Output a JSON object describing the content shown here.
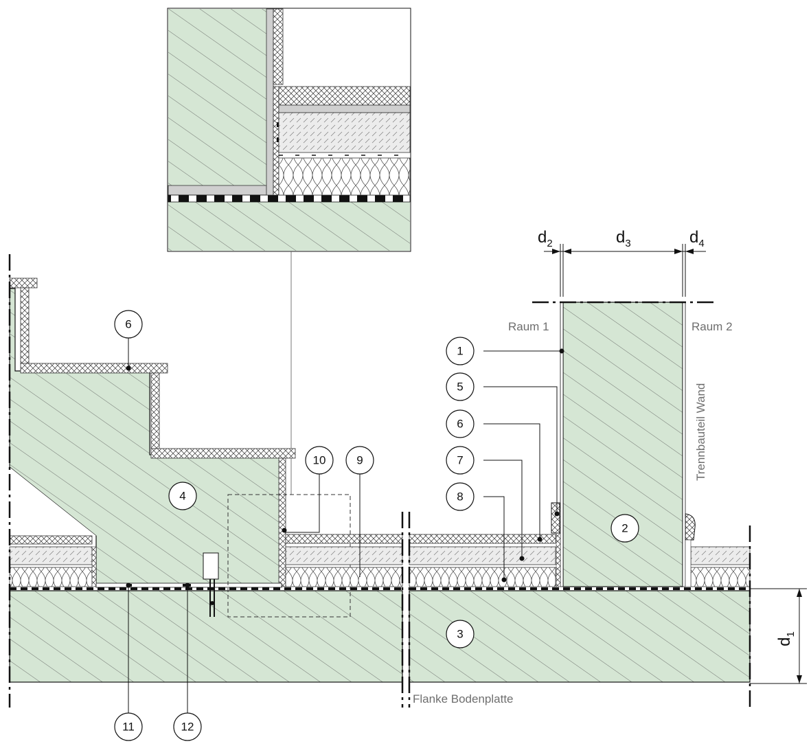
{
  "labels": {
    "raum1": "Raum 1",
    "raum2": "Raum 2",
    "trennbauteil": "Trennbauteil Wand",
    "flanke": "Flanke Bodenplatte"
  },
  "dimensions": {
    "d1": {
      "main": "d",
      "sub": "1"
    },
    "d2": {
      "main": "d",
      "sub": "2"
    },
    "d3": {
      "main": "d",
      "sub": "3"
    },
    "d4": {
      "main": "d",
      "sub": "4"
    }
  },
  "callouts": {
    "c1": "1",
    "c2": "2",
    "c3": "3",
    "c4": "4",
    "c5": "5",
    "c6a": "6",
    "c6b": "6",
    "c7": "7",
    "c8": "8",
    "c9": "9",
    "c10": "10",
    "c11": "11",
    "c12": "12"
  },
  "colors": {
    "concrete": "#d5e6d4",
    "line": "#111111",
    "label": "#6e6e6e",
    "screed": "#ececec",
    "layer_gray": "#cfcfcf"
  }
}
